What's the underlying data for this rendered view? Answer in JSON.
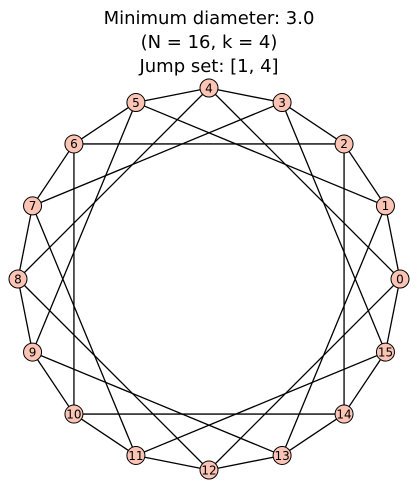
{
  "title": {
    "line1": "Minimum diameter: 3.0",
    "line2": "(N = 16, k = 4)",
    "line3": "Jump set: [1, 4]"
  },
  "graph": {
    "node_count": 16,
    "node_labels": [
      "0",
      "1",
      "2",
      "3",
      "4",
      "5",
      "6",
      "7",
      "8",
      "9",
      "10",
      "11",
      "12",
      "13",
      "14",
      "15"
    ],
    "jumps": [
      1,
      4
    ],
    "node_fill": "#fbc4b4",
    "node_stroke": "#000000",
    "edge_color": "#000000"
  }
}
